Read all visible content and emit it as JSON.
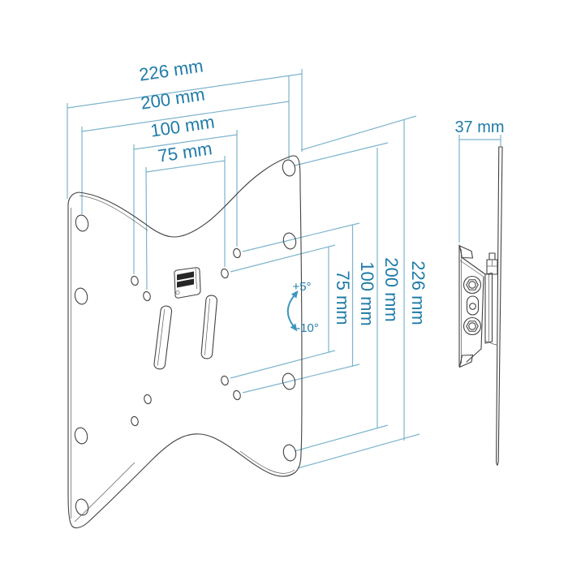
{
  "colors": {
    "dimension_line": "#7db4cd",
    "dimension_text": "#1f7ca8",
    "drawing_line": "#424242",
    "tilt_arrow": "#3e96c0",
    "background": "#ffffff"
  },
  "front_view": {
    "horizontal_dimensions": [
      {
        "label": "226 mm"
      },
      {
        "label": "200 mm"
      },
      {
        "label": "100 mm"
      },
      {
        "label": "75 mm"
      }
    ],
    "vertical_dimensions": [
      {
        "label": "75 mm"
      },
      {
        "label": "100 mm"
      },
      {
        "label": "200 mm"
      },
      {
        "label": "226 mm"
      }
    ],
    "tilt_annotation": {
      "up_label": "+5°",
      "down_label": "-10°"
    }
  },
  "side_view": {
    "depth_dimension": {
      "label": "37 mm"
    }
  }
}
